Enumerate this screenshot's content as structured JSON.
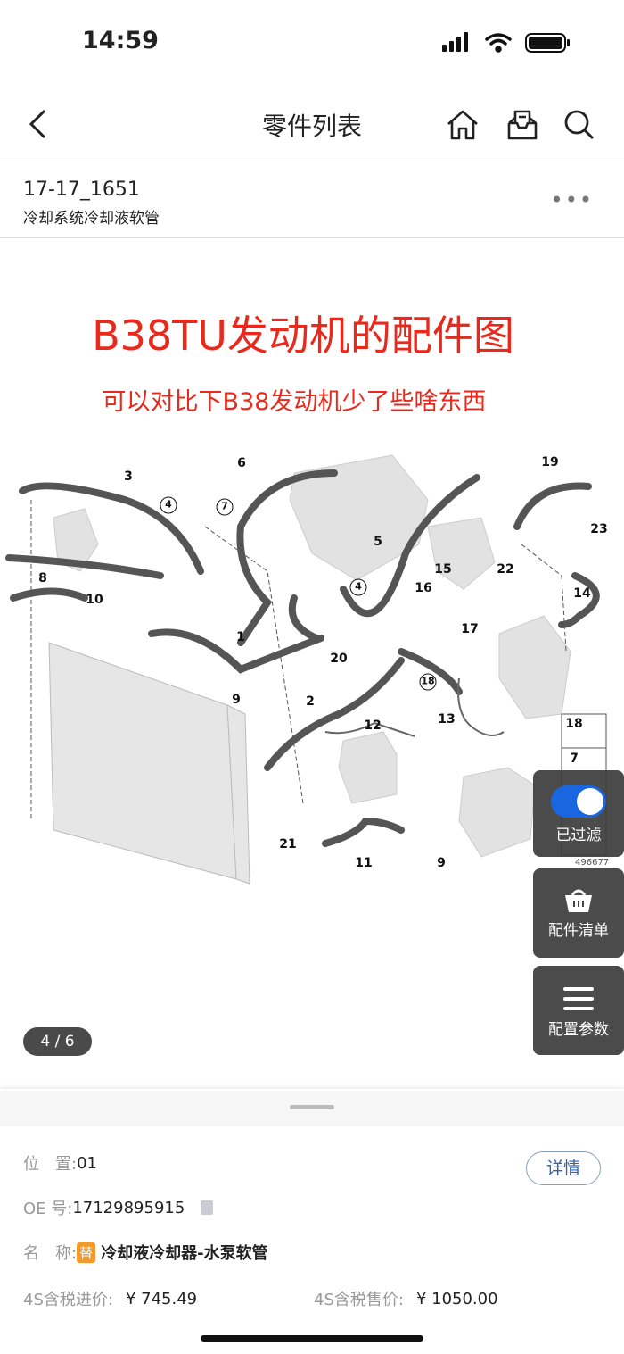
{
  "status": {
    "time": "14:59"
  },
  "nav": {
    "title": "零件列表",
    "back_icon": "chevron-left-icon",
    "home_icon": "home-icon",
    "inbox_icon": "inbox-icon",
    "search_icon": "search-icon"
  },
  "header": {
    "code": "17-17_1651",
    "subtitle": "冷却系统冷却液软管",
    "more": "•••"
  },
  "image": {
    "title": "B38TU发动机的配件图",
    "subtitle": "可以对比下B38发动机少了些啥东西",
    "callouts": [
      "1",
      "2",
      "3",
      "4",
      "5",
      "6",
      "7",
      "8",
      "9",
      "10",
      "11",
      "12",
      "13",
      "14",
      "15",
      "16",
      "17",
      "18",
      "19",
      "20",
      "21",
      "22",
      "23",
      "9",
      "4",
      "18",
      "7"
    ],
    "diagram_id": "496677",
    "pager": "4 / 6"
  },
  "fabs": {
    "filter": {
      "label": "已过滤",
      "on": true
    },
    "list": {
      "label": "配件清单"
    },
    "config": {
      "label": "配置参数"
    }
  },
  "detail": {
    "position_label": "位　置:",
    "position": "01",
    "oe_label": "OE  号:",
    "oe": "17129895915",
    "name_label": "名　称:",
    "name_tag": "替",
    "name": "冷却液冷却器-水泵软管",
    "cost_label": "4S含税进价:",
    "cost": "¥ 745.49",
    "price_label": "4S含税售价:",
    "price": "¥ 1050.00",
    "detail_button": "详情"
  },
  "colors": {
    "accent_red": "#e8291c",
    "toggle_blue": "#1a66e0",
    "link_blue": "#2b62b8",
    "tag_orange": "#f39a2b"
  }
}
